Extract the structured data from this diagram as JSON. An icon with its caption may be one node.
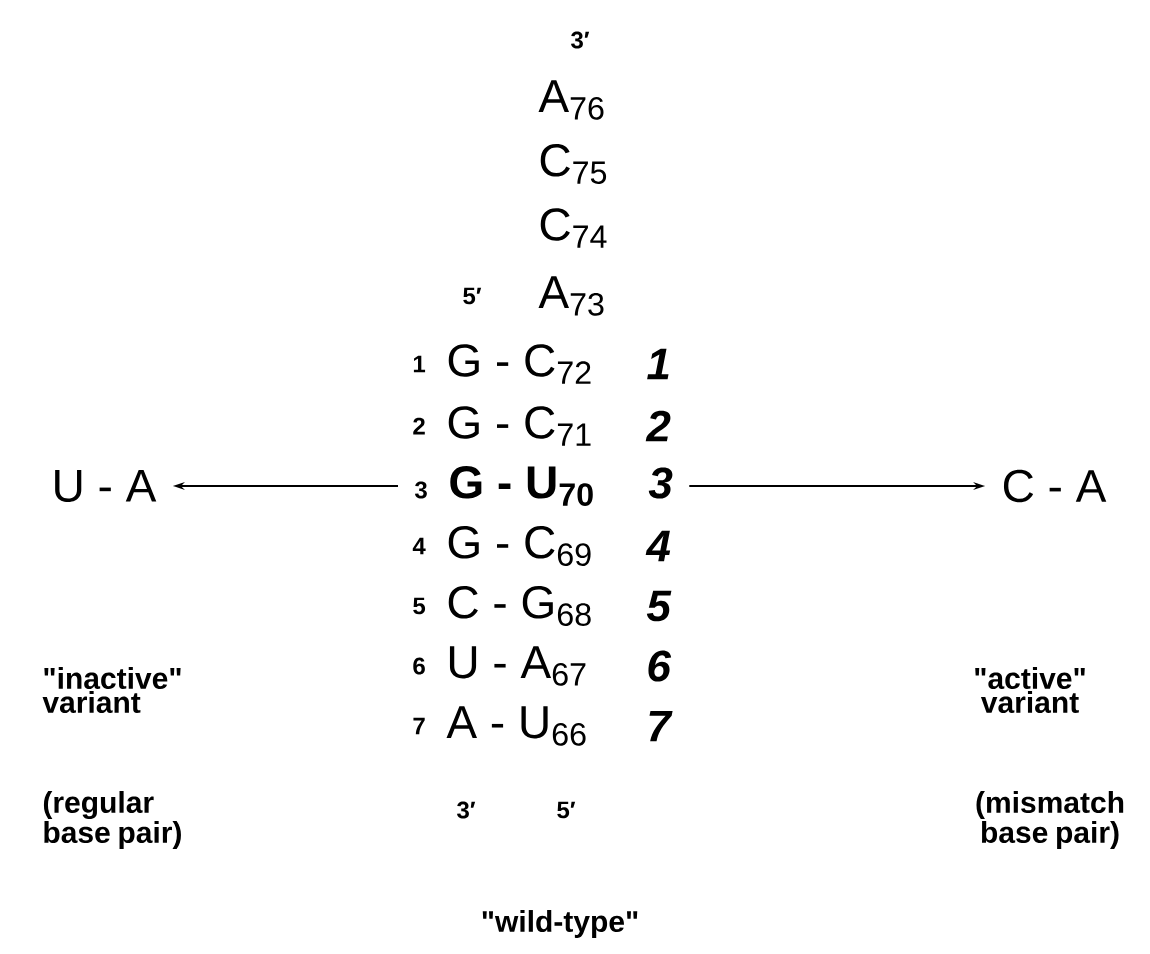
{
  "diagram": {
    "nodes": [
      {
        "text": [
          "3",
          "G - U$_{70}$",
          "3"
        ]
      },
      {
        "text": [
          "U - A"
        ]
      },
      {
        "text": [
          "C - A"
        ]
      }
    ],
    "edges": [
      {
        "from": 0,
        "to": 1,
        "arrow": "to"
      },
      {
        "from": 0,
        "to": 2,
        "arrow": "to"
      }
    ],
    "labels": [
      "3′",
      "A$_{76}$",
      "C$_{75}$",
      "C$_{74}$",
      "5′",
      "A$_{73}$",
      "1",
      "G - C$_{72}$",
      "1",
      "2",
      "G - C$_{71}$",
      "2",
      "4",
      "G - C$_{69}$",
      "4",
      "5",
      "C - G$_{68}$",
      "5",
      "6",
      "U - A$_{67}$",
      "6",
      "7",
      "A - U$_{66}$",
      "7",
      "3′",
      "5′",
      "\"inactive\" variant",
      "\"active\" variant",
      "(regular base pair)",
      "(mismatch base pair)",
      "\"wild-type\""
    ]
  }
}
